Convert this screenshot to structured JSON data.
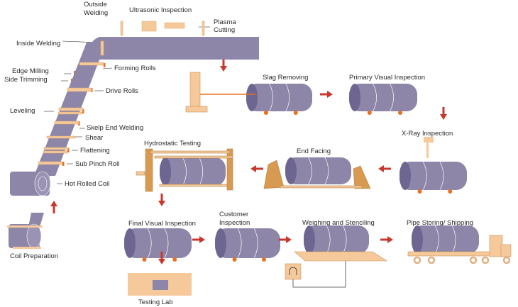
{
  "colors": {
    "pipe": "#8e86a8",
    "pipe_end": "#6d6690",
    "equipment": "#f5c999",
    "roller": "#e8701e",
    "arrow": "#c8372d"
  },
  "labels": {
    "outside_welding": [
      "Outside",
      "Welding"
    ],
    "ultrasonic_inspection": "Ultrasonic Inspection",
    "plasma_cutting": [
      "Plasma",
      "Cutting"
    ],
    "inside_welding": "Inside Welding",
    "forming_rolls": "Forming Rolls",
    "edge_milling": "Edge Milling",
    "side_trimming": "Side Trimming",
    "drive_rolls": "Drive Rolls",
    "leveling": "Leveling",
    "skelp_end_welding": "Skelp End Welding",
    "shear": "Shear",
    "flattening": "Flattening",
    "sub_pinch_roll": "Sub Pinch Roll",
    "hot_rolled_coil": "Hot Rolled Coil",
    "coil_preparation": "Coil Preparation",
    "slag_removing": "Slag Removing",
    "primary_visual_inspection": "Primary Visual Inspection",
    "xray_inspection": "X-Ray Inspection",
    "end_facing": "End Facing",
    "hydrostatic_testing": "Hydrostatic Testing",
    "final_visual_inspection": "Final Visual Inspection",
    "customer_inspection": [
      "Customer",
      "Inspection"
    ],
    "weighing_and_stenciling": "Weighing and Stenciling",
    "pipe_storing_shipping": "Pipe Storing/ Shipping",
    "testing_lab": "Testing Lab"
  }
}
